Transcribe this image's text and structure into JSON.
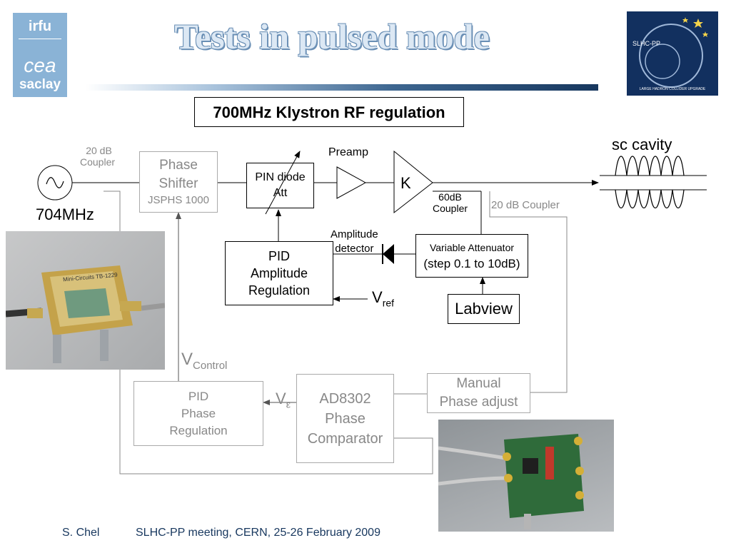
{
  "logos": {
    "left": {
      "line1": "irfu",
      "line2": "cea",
      "line3": "saclay"
    },
    "right": {
      "name": "SLHC-PP",
      "caption": "LARGE HADRON COLLIDER UPGRADE"
    }
  },
  "slide": {
    "title": "Tests in pulsed mode",
    "subtitle": "700MHz Klystron RF regulation"
  },
  "diagram": {
    "source_freq": "704MHz",
    "coupler_left": {
      "line1": "20 dB",
      "line2": "Coupler"
    },
    "phase_shifter": {
      "line1": "Phase",
      "line2": "Shifter",
      "line3": "JSPHS 1000"
    },
    "pin_att": {
      "line1": "PIN diode",
      "line2": "Att"
    },
    "preamp": "Preamp",
    "klystron": "K",
    "sc_cavity": "sc cavity",
    "coupler_60": {
      "line1": "60dB",
      "line2": "Coupler"
    },
    "coupler_right": "20 dB Coupler",
    "amp_detector": {
      "line1": "Amplitude",
      "line2": "detector"
    },
    "var_att": {
      "line1": "Variable Attenuator",
      "line2": "(step 0.1 to 10dB)"
    },
    "pid_amp": {
      "line1": "PID",
      "line2": "Amplitude",
      "line3": "Regulation"
    },
    "vref": {
      "main": "V",
      "sub": "ref"
    },
    "labview": "Labview",
    "vcontrol": {
      "main": "V",
      "sub": "Control"
    },
    "pid_phase": {
      "line1": "PID",
      "line2": "Phase",
      "line3": "Regulation"
    },
    "veps": {
      "main": "V",
      "sub": "ε"
    },
    "comparator": {
      "line1": "AD8302",
      "line2": "Phase",
      "line3": "Comparator"
    },
    "manual": {
      "line1": "Manual",
      "line2": "Phase adjust"
    }
  },
  "photos": {
    "left_chip": "Mini-Circuits TB-1229"
  },
  "footer": {
    "author": "S. Chel",
    "meeting": "SLHC-PP meeting, CERN, 25-26 February 2009"
  }
}
